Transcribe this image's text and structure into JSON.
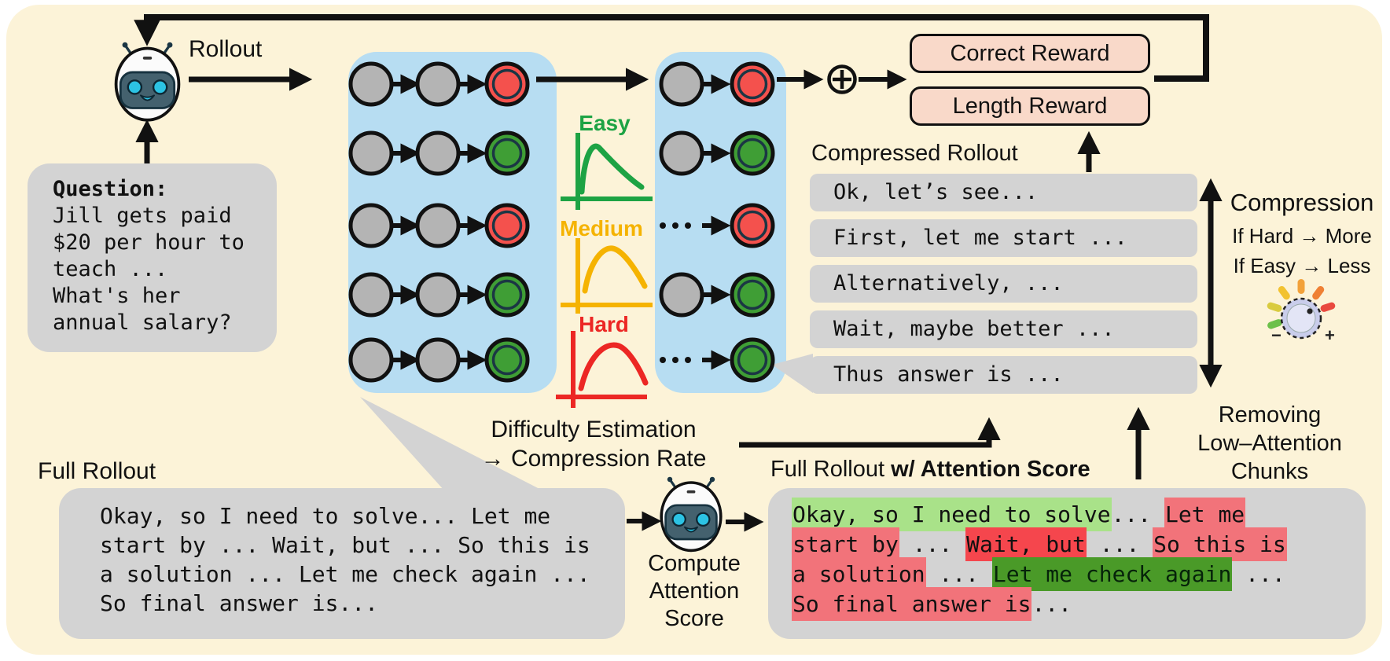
{
  "colors": {
    "bg": "#FCF3D8",
    "panel_gray": "#D3D3D3",
    "panel_blue": "#B7DDF2",
    "node_gray": "#B4B4B4",
    "node_red": "#F4514D",
    "node_green": "#3F9E35",
    "node_ring": "#1B3644",
    "reward_fill": "#F9D9C9",
    "easy": "#1DA344",
    "medium": "#F5B301",
    "hard": "#EC2724",
    "hl_light_green": "#A9E289",
    "hl_salmon": "#F2737A",
    "hl_red": "#F5464D",
    "hl_dark_green": "#4A9A28",
    "arrow": "#111111"
  },
  "top": {
    "rollout_label": "Rollout",
    "plus_icon": "circled-plus",
    "correct_reward": "Correct Reward",
    "length_reward": "Length Reward"
  },
  "question": {
    "title": "Question:",
    "body": "Jill gets paid\n$20 per hour to\nteach ...\nWhat's her\nannual salary?"
  },
  "rollout_graph": {
    "box1_rows": [
      "red",
      "green",
      "red",
      "green",
      "green"
    ],
    "box2_rows": [
      {
        "lead": "node",
        "outcome": "red"
      },
      {
        "lead": "node",
        "outcome": "green"
      },
      {
        "lead": "dots",
        "outcome": "red"
      },
      {
        "lead": "node",
        "outcome": "green"
      },
      {
        "lead": "dots",
        "outcome": "green"
      }
    ]
  },
  "difficulty": {
    "easy_label": "Easy",
    "medium_label": "Medium",
    "hard_label": "Hard",
    "caption": "Difficulty Estimation\n→ Compression Rate"
  },
  "compressed": {
    "title": "Compressed Rollout",
    "items": [
      "Ok, let’s see...",
      "First, let me start ...",
      "Alternatively, ...",
      "Wait, maybe better ...",
      "Thus answer is ..."
    ]
  },
  "compression": {
    "title": "Compression",
    "rule1": "If Hard → More",
    "rule2": "If Easy → Less",
    "knob_icon": "dial-knob",
    "minus": "−",
    "plus": "+",
    "removing_label": "Removing\nLow–Attention\nChunks"
  },
  "full_rollout": {
    "title": "Full Rollout",
    "body": "Okay, so I need to solve... Let me\nstart by ... Wait, but ... So this is\na solution ... Let me check again ...\nSo final answer is..."
  },
  "attention": {
    "robot_caption": "Compute\nAttention\nScore",
    "title_regular": "Full Rollout ",
    "title_bold": "w/ Attention Score",
    "lines": [
      [
        {
          "t": "Okay, so I need to solve",
          "h": "light_green"
        },
        {
          "t": "... "
        },
        {
          "t": "Let me",
          "h": "salmon"
        }
      ],
      [
        {
          "t": "start by",
          "h": "salmon"
        },
        {
          "t": " ... "
        },
        {
          "t": "Wait, but",
          "h": "red"
        },
        {
          "t": " ... "
        },
        {
          "t": "So this is",
          "h": "salmon"
        }
      ],
      [
        {
          "t": "a solution",
          "h": "salmon"
        },
        {
          "t": " ... "
        },
        {
          "t": "Let me check again",
          "h": "dark_green"
        },
        {
          "t": " ..."
        }
      ],
      [
        {
          "t": "So final answer is",
          "h": "salmon"
        },
        {
          "t": "..."
        }
      ]
    ]
  }
}
